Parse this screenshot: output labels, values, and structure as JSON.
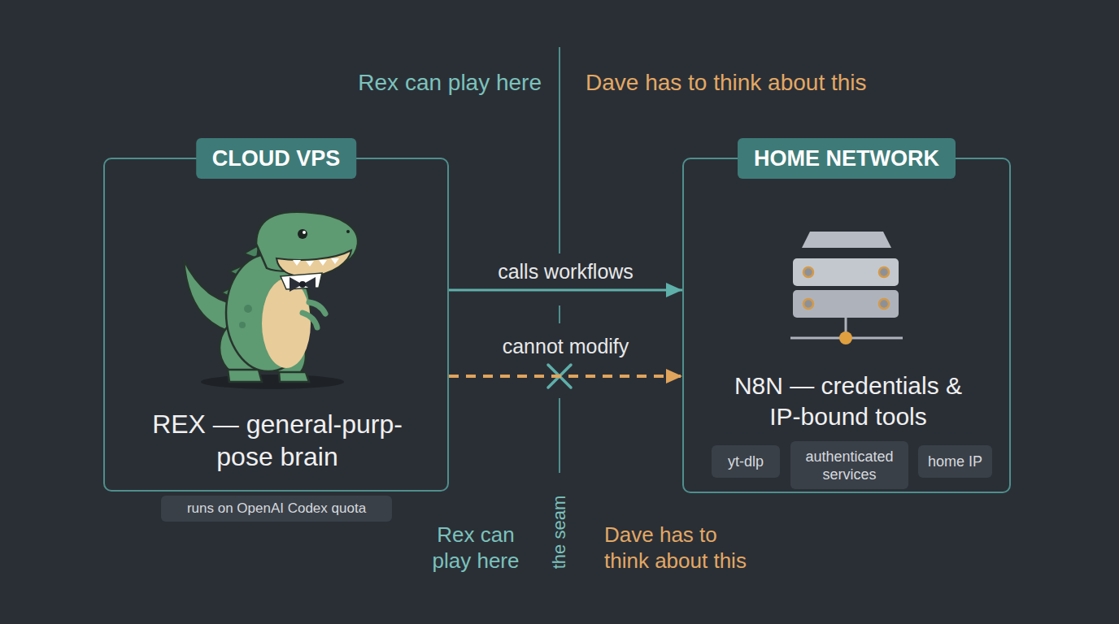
{
  "diagram": {
    "nodes": [
      {
        "text": [
          "CLOUD VPS",
          "REX — general-purp- pose brain"
        ]
      },
      {
        "text": [
          "runs on OpenAI Codex quota"
        ]
      },
      {
        "text": [
          "HOME NETWORK",
          "N8N — credentials & IP-bound tools"
        ]
      },
      {
        "text": [
          "yt-dlp"
        ],
        "in": 2
      },
      {
        "text": [
          "authenticated services"
        ],
        "in": 2
      },
      {
        "text": [
          "home IP"
        ],
        "in": 2
      }
    ],
    "edges": [
      {
        "from": 0,
        "to": 2,
        "arrow": "to",
        "label": "calls workflows"
      },
      {
        "from": 0,
        "to": 2,
        "arrow": "to",
        "label": "cannot modify"
      }
    ],
    "labels": [
      "Rex can play here",
      "Dave has to think about this",
      "Rex can play here",
      "the seam",
      "Dave has to think about this"
    ]
  }
}
